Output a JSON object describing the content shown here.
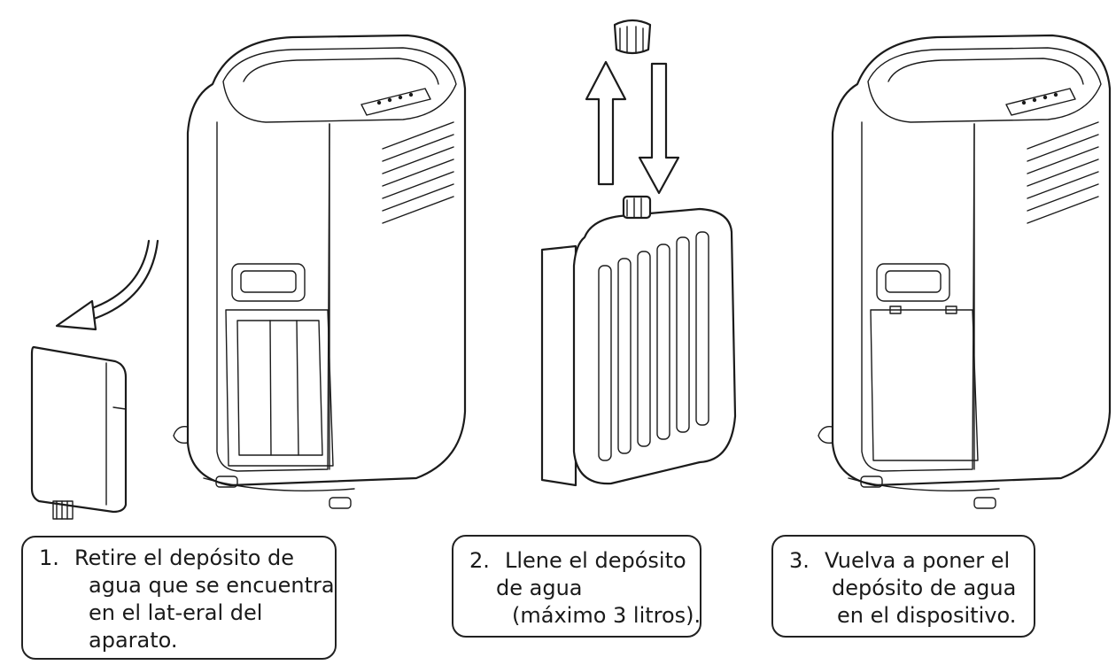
{
  "steps": [
    {
      "number": "1.",
      "lines": [
        "Retire el depósito de",
        "agua que se encuentra",
        "en el lat-eral del",
        "aparato."
      ]
    },
    {
      "number": "2.",
      "lines": [
        "Llene el depósito",
        "de agua",
        "(máximo 3 litros)."
      ]
    },
    {
      "number": "3.",
      "lines": [
        "Vuelva a poner el",
        "depósito de agua",
        "en el dispositivo."
      ]
    }
  ]
}
